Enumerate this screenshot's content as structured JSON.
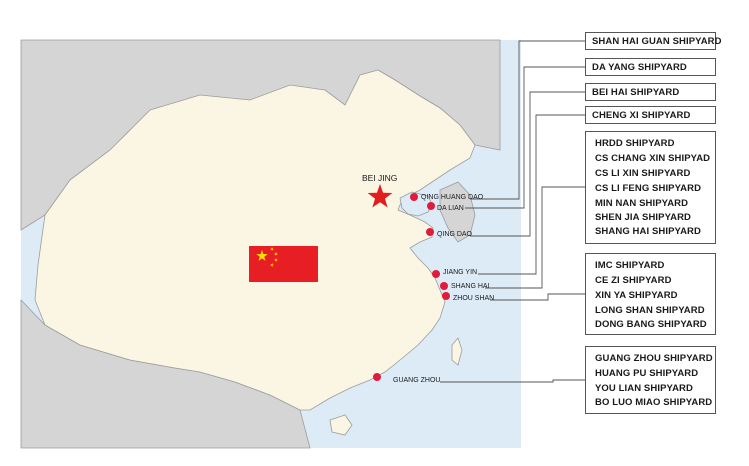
{
  "map": {
    "capital_label": "BEI JING",
    "colors": {
      "land_china": "#fbf5e3",
      "land_other": "#d5d5d5",
      "sea": "#dcebf6",
      "border": "#9c9c9c",
      "port_dot": "#e01b3c",
      "star": "#e21d1d",
      "flag_red": "#e81e25",
      "flag_yellow": "#ffde00",
      "leader_line": "#555555"
    },
    "ports": [
      {
        "id": "qinhuangdao",
        "label": "QING  HUANG DAO"
      },
      {
        "id": "dalian",
        "label": "DA LIAN"
      },
      {
        "id": "qingdao",
        "label": "QING DAO"
      },
      {
        "id": "jiangyin",
        "label": "JIANG YIN"
      },
      {
        "id": "shanghai",
        "label": "SHANG HAI"
      },
      {
        "id": "zhoushan",
        "label": "ZHOU SHAN"
      },
      {
        "id": "guangzhou",
        "label": "GUANG ZHOU"
      }
    ]
  },
  "boxes": [
    {
      "id": "shanhaiguan",
      "lines": [
        "SHAN HAI GUAN SHIPYARD"
      ]
    },
    {
      "id": "dayang",
      "lines": [
        "DA YANG SHIPYARD"
      ]
    },
    {
      "id": "beihai",
      "lines": [
        "BEI HAI SHIPYARD"
      ]
    },
    {
      "id": "chengxi",
      "lines": [
        "CHENG XI SHIPYARD"
      ]
    },
    {
      "id": "shanghai-group",
      "lines": [
        "HRDD SHIPYARD",
        "CS CHANG XIN SHIPYAD",
        "CS LI XIN SHIPYARD",
        "CS LI FENG SHIPYARD",
        "MIN NAN SHIPYARD",
        "SHEN JIA SHIPYARD",
        "SHANG HAI SHIPYARD"
      ]
    },
    {
      "id": "zhoushan-group",
      "lines": [
        "IMC SHIPYARD",
        "CE ZI SHIPYARD",
        "XIN YA SHIPYARD",
        "LONG SHAN SHIPYARD",
        "DONG BANG SHIPYARD"
      ]
    },
    {
      "id": "guangzhou-group",
      "lines": [
        "GUANG ZHOU SHIPYARD",
        "HUANG PU SHIPYARD",
        "YOU LIAN SHIPYARD",
        "BO LUO MIAO SHIPYARD"
      ]
    }
  ]
}
